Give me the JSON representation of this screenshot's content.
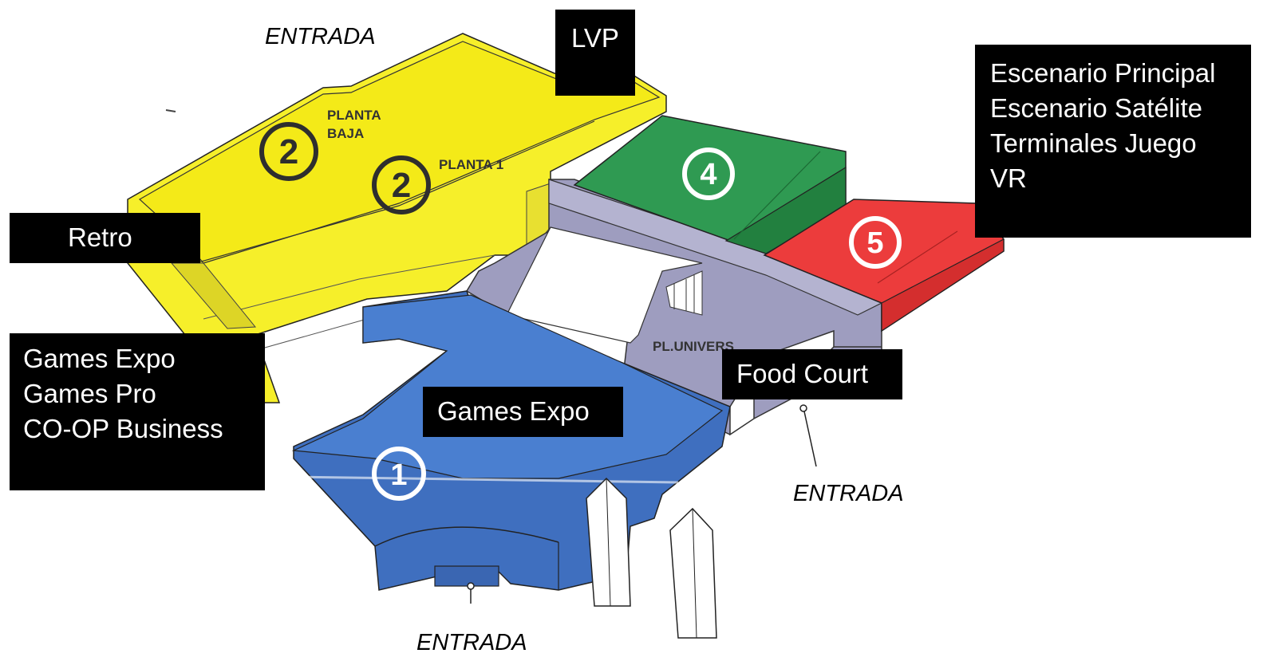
{
  "colors": {
    "yellow": "#f6ef2a",
    "blue": "#3f6fbf",
    "green": "#2f9a52",
    "red": "#ec3c3c",
    "lavender": "#9e9dbf",
    "label_bg": "#000000",
    "label_text": "#ffffff"
  },
  "halls": {
    "h1": {
      "number": "1"
    },
    "h2_ground": {
      "number": "2",
      "caption_line1": "PLANTA",
      "caption_line2": "BAJA"
    },
    "h2_first": {
      "number": "2",
      "caption": "PLANTA 1"
    },
    "h4": {
      "number": "4"
    },
    "h5": {
      "number": "5"
    },
    "univers": {
      "caption": "PL.UNIVERS"
    }
  },
  "labels": {
    "lvp": "LVP",
    "retro": "Retro",
    "games_expo_hall1": "Games Expo",
    "food_court": "Food Court",
    "left_group": [
      "Games Expo",
      "Games Pro",
      "CO-OP Business"
    ],
    "right_group": [
      "Escenario Principal",
      "Escenario Satélite",
      "Terminales Juego",
      "VR"
    ]
  },
  "entrances": {
    "top": "ENTRADA",
    "right": "ENTRADA",
    "bottom": "ENTRADA"
  }
}
